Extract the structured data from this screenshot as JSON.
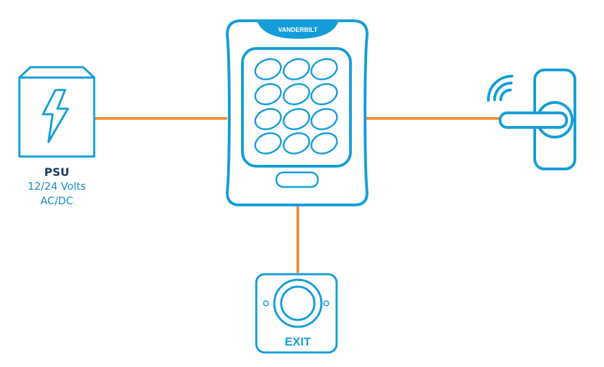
{
  "colors": {
    "accent": "#159DD9",
    "wire": "#F48F3A",
    "text_title": "#1B3A66",
    "text_sub": "#1B8CC4"
  },
  "icons": {
    "psu": "lightning-bolt-icon",
    "reader": "keypad-icon",
    "lock": "wireless-door-handle-icon",
    "exit": "push-button-icon"
  },
  "reader": {
    "brand": "VANDERBILT"
  },
  "psu": {
    "title": "PSU",
    "voltage": "12/24 Volts",
    "current": "AC/DC"
  },
  "exit_button": {
    "label": "EXIT"
  }
}
